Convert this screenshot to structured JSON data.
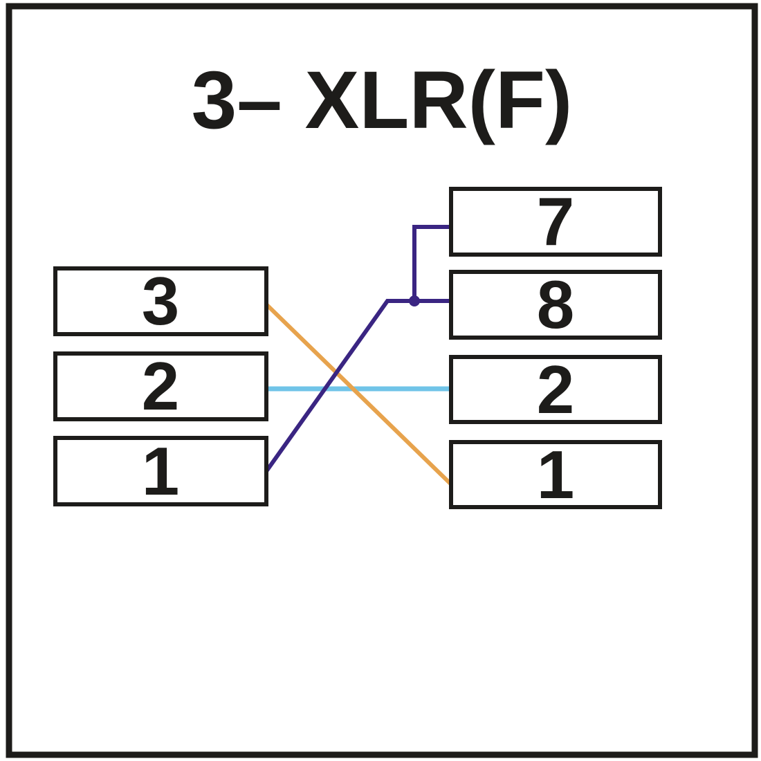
{
  "title": "3– XLR(F)",
  "colors": {
    "ink": "#1d1c1a",
    "background": "#ffffff",
    "wire_orange": "#e7a34d",
    "wire_blue": "#70c4e8",
    "wire_purple": "#3a2582"
  },
  "left_connector": {
    "pins": [
      {
        "id": "L3",
        "label": "3"
      },
      {
        "id": "L2",
        "label": "2"
      },
      {
        "id": "L1",
        "label": "1"
      }
    ]
  },
  "right_connector": {
    "pins": [
      {
        "id": "R7",
        "label": "7"
      },
      {
        "id": "R8",
        "label": "8"
      },
      {
        "id": "R2",
        "label": "2"
      },
      {
        "id": "R1",
        "label": "1"
      }
    ]
  },
  "connections": [
    {
      "from": "L3",
      "to": [
        "R1"
      ],
      "color_key": "wire_orange"
    },
    {
      "from": "L2",
      "to": [
        "R2"
      ],
      "color_key": "wire_blue"
    },
    {
      "from": "L1",
      "to": [
        "R8",
        "R7"
      ],
      "color_key": "wire_purple",
      "junction": true
    }
  ]
}
